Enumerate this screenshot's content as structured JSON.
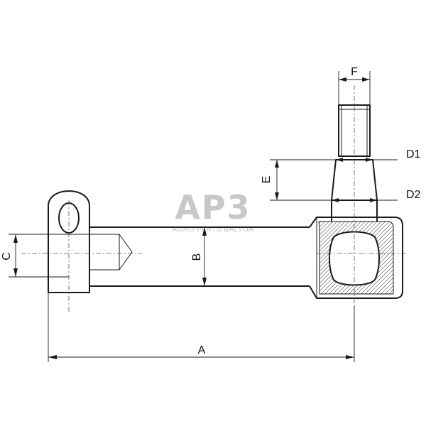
{
  "watermark": {
    "logo_text": "AP3",
    "tagline": "AGRO PARTS BALTIJA"
  },
  "dimensions": {
    "a": "A",
    "b": "B",
    "c": "C",
    "d1": "D1",
    "d2": "D2",
    "e": "E",
    "f": "F"
  }
}
